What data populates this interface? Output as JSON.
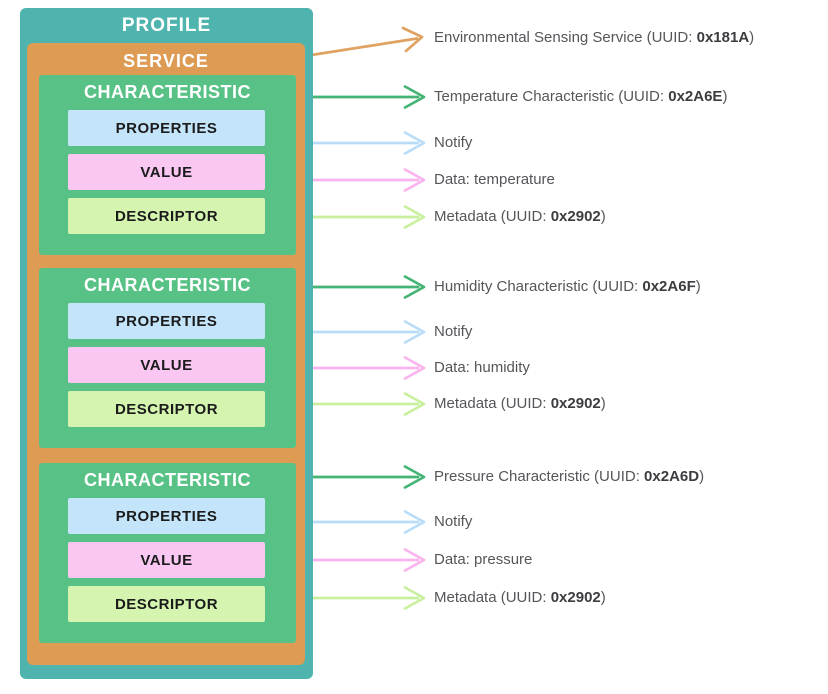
{
  "colors": {
    "profile_bg": "#4eb4ad",
    "service_bg": "#dd9b54",
    "characteristic_bg": "#58c286",
    "properties_bg": "#c4e4f9",
    "value_bg": "#fac7f3",
    "descriptor_bg": "#d4f4b0",
    "arrow_service": "#e0a261",
    "arrow_characteristic": "#44b575",
    "arrow_properties": "#b9ddf9",
    "arrow_value": "#f9b3ef",
    "arrow_descriptor": "#c9f09e",
    "label_text": "#55565a",
    "label_bold_text": "#3c3d40",
    "container_label_text": "#ffffff",
    "box_label_text": "#1b1b1b"
  },
  "diagram": {
    "profile_label": "PROFILE",
    "service_label": "SERVICE",
    "characteristics": [
      {
        "title": "CHARACTERISTIC",
        "properties_label": "PROPERTIES",
        "value_label": "VALUE",
        "descriptor_label": "DESCRIPTOR"
      },
      {
        "title": "CHARACTERISTIC",
        "properties_label": "PROPERTIES",
        "value_label": "VALUE",
        "descriptor_label": "DESCRIPTOR"
      },
      {
        "title": "CHARACTERISTIC",
        "properties_label": "PROPERTIES",
        "value_label": "VALUE",
        "descriptor_label": "DESCRIPTOR"
      }
    ]
  },
  "annotations": [
    {
      "prefix": "Environmental Sensing Service (UUID: ",
      "bold": "0x181A",
      "suffix": ")"
    },
    {
      "prefix": "Temperature Characteristic (UUID: ",
      "bold": "0x2A6E",
      "suffix": ")"
    },
    {
      "prefix": "Notify",
      "bold": "",
      "suffix": ""
    },
    {
      "prefix": "Data: temperature",
      "bold": "",
      "suffix": ""
    },
    {
      "prefix": "Metadata (UUID: ",
      "bold": "0x2902",
      "suffix": ")"
    },
    {
      "prefix": "Humidity Characteristic (UUID: ",
      "bold": "0x2A6F",
      "suffix": ")"
    },
    {
      "prefix": "Notify",
      "bold": "",
      "suffix": ""
    },
    {
      "prefix": "Data: humidity",
      "bold": "",
      "suffix": ""
    },
    {
      "prefix": "Metadata (UUID: ",
      "bold": "0x2902",
      "suffix": ")"
    },
    {
      "prefix": "Pressure Characteristic (UUID: ",
      "bold": "0x2A6D",
      "suffix": ")"
    },
    {
      "prefix": "Notify",
      "bold": "",
      "suffix": ""
    },
    {
      "prefix": "Data: pressure",
      "bold": "",
      "suffix": ""
    },
    {
      "prefix": "Metadata (UUID: ",
      "bold": "0x2902",
      "suffix": ")"
    }
  ]
}
